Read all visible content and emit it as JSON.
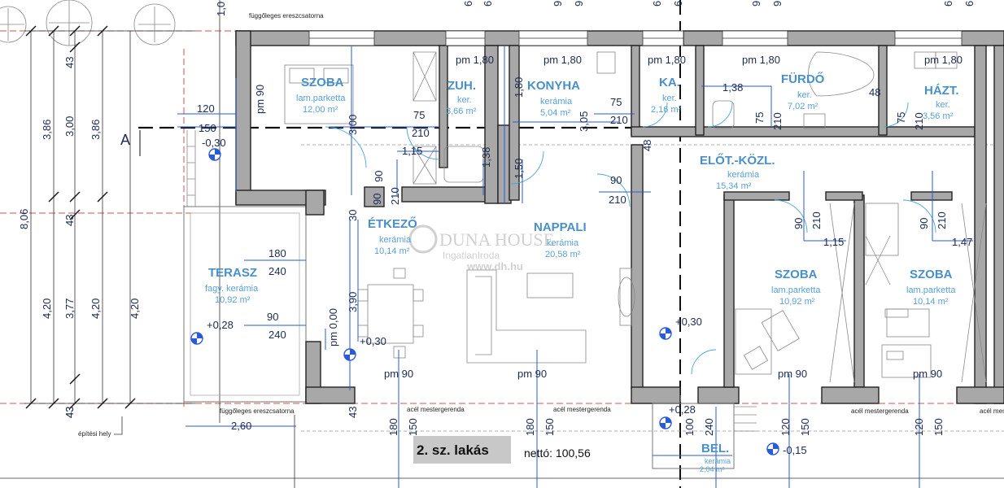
{
  "drawing": {
    "section_marker": "A",
    "apartment_label": "2. sz. lakás",
    "net_area": "nettó: 100,56",
    "watermark": {
      "brand": "DUNA HOUSE",
      "sub": "IngatlanIroda",
      "url": "www.dh.hu"
    },
    "notes": {
      "gutter_top": "függőleges ereszcsatorna",
      "gutter_bottom": "függőleges ereszcsatorna",
      "steel_beam": "acél mestergerenda",
      "building_site": "építési hely"
    },
    "rooms": [
      {
        "name": "SZOBA",
        "floor": "lam.parketta",
        "area": "12,00 m²"
      },
      {
        "name": "ZUH.",
        "floor": "ker.",
        "area": "3,66 m²"
      },
      {
        "name": "KONYHA",
        "floor": "kerámia",
        "area": "5,04 m²"
      },
      {
        "name": "KA.",
        "floor": "ker.",
        "area": "2,16 m²"
      },
      {
        "name": "FÜRDŐ",
        "floor": "ker.",
        "area": "7,02 m²"
      },
      {
        "name": "HÁZT.",
        "floor": "ker.",
        "area": "3,56 m²"
      },
      {
        "name": "ELŐT.-KÖZL.",
        "floor": "kerámia",
        "area": "15,34 m²"
      },
      {
        "name": "ÉTKEZŐ",
        "floor": "kerámia",
        "area": "10,14 m²"
      },
      {
        "name": "NAPPALI",
        "floor": "kerámia",
        "area": "20,58 m²"
      },
      {
        "name": "TERASZ",
        "floor": "fagy. kerámia",
        "area": "10,92 m²"
      },
      {
        "name": "SZOBA",
        "floor": "lam.parketta",
        "area": "10,92 m²"
      },
      {
        "name": "SZOBA",
        "floor": "lam.parketta",
        "area": "10,14 m²"
      },
      {
        "name": "BEL.",
        "floor": "kerámia",
        "area": "2,04 m²"
      }
    ],
    "ceiling_heights": {
      "pm180": "pm 1,80",
      "pm90": "pm 90",
      "pm000": "pm 0,00"
    },
    "levels": [
      "-0,30",
      "+0,28",
      "+0,30",
      "+0,30",
      "+0,28",
      "-0,15"
    ],
    "dimensions_left": [
      "3,86",
      "3,00",
      "3,86",
      "8,06",
      "4,20",
      "3,77",
      "4,20",
      "4,20",
      "43",
      "43",
      "43",
      "43"
    ],
    "dimensions_top": [
      "1,0",
      "6",
      "6",
      "9",
      "9",
      "6",
      "6",
      "9",
      "9",
      "6",
      "6"
    ],
    "dimensions_bottom": [
      "2,60",
      "180",
      "150",
      "180",
      "150",
      "100",
      "240",
      "120",
      "150",
      "120",
      "150",
      "43"
    ],
    "dimensions_misc": [
      "120",
      "150",
      "90",
      "75",
      "210",
      "1,15",
      "1,38",
      "1,50",
      "90",
      "210",
      "1,80",
      "75",
      "3,05",
      "210",
      "1,38",
      "75",
      "210",
      "48",
      "75",
      "210",
      "48",
      "90",
      "210",
      "180",
      "240",
      "90",
      "240",
      "3,90",
      "90",
      "210",
      "1,15",
      "90",
      "210",
      "1,47",
      "30",
      "3,00"
    ]
  }
}
